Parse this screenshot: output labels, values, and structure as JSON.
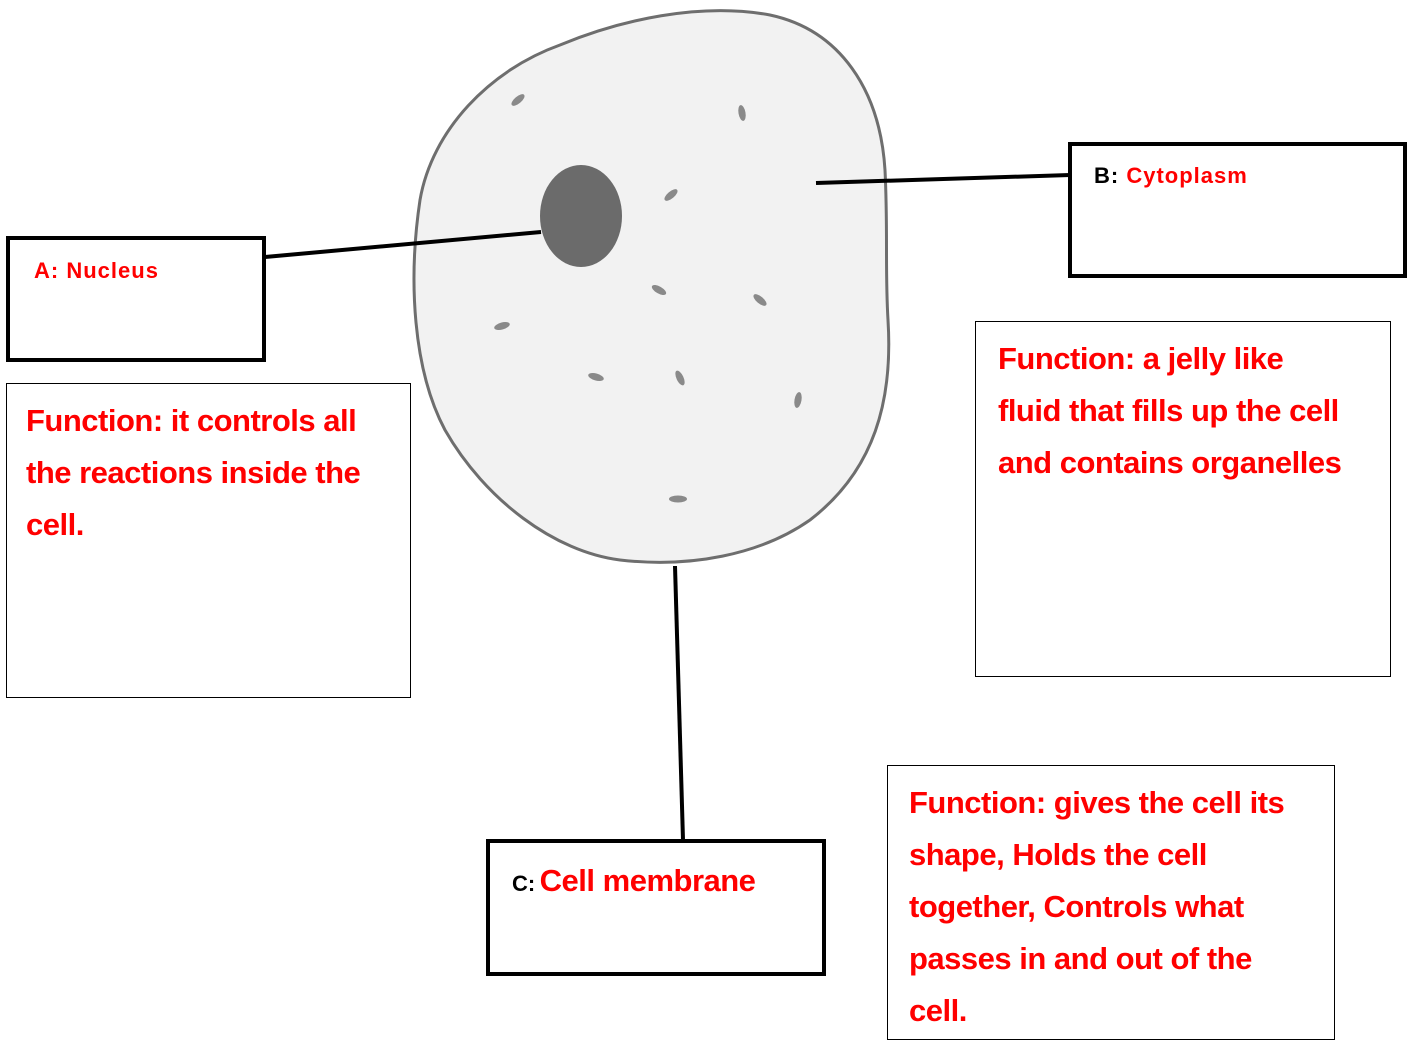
{
  "diagram": {
    "parts": [
      {
        "letter": "A:",
        "name": "Nucleus",
        "function": "Function: it controls all the reactions inside the cell."
      },
      {
        "letter": "B:",
        "name": "Cytoplasm",
        "function": "Function: a jelly like fluid that fills up the cell and contains organelles"
      },
      {
        "letter": "C:",
        "name": "Cell membrane",
        "function": "Function: gives the cell its shape, Holds the cell together, Controls what passes in and out of the cell."
      }
    ]
  },
  "colors": {
    "label_text": "#ff0000",
    "letter_text": "#000000",
    "cell_fill": "#f2f2f2",
    "cell_outline": "#6e6e6e",
    "nucleus_fill": "#6b6b6b",
    "organelle_fill": "#8a8a8a"
  }
}
